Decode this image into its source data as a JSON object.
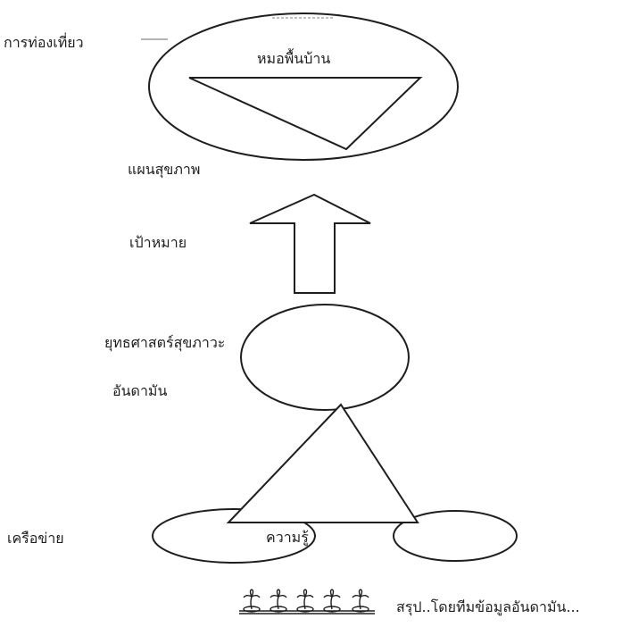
{
  "diagram": {
    "stroke_color": "#1e1e1e",
    "background_color": "#ffffff",
    "labels": {
      "tourism": "การท่องเที่ยว",
      "folk_doctor": "หมอพื้นบ้าน",
      "health_plan": "แผนสุขภาพ",
      "goal": "เป้าหมาย",
      "strategy_line1": "ยุทธศาสตร์สุขภาวะ",
      "strategy_line2": "อันดามัน",
      "network": "เครือข่าย",
      "knowledge": "ความรู้",
      "summary": "สรุป..โดยทีมข้อมูลอันดามัน..."
    },
    "shapes": [
      "top-ellipse",
      "inverted-triangle",
      "up-arrow",
      "middle-ellipse",
      "large-triangle",
      "left-ellipse",
      "right-ellipse"
    ],
    "footer_icon": "palm-trees-on-island-icon"
  }
}
